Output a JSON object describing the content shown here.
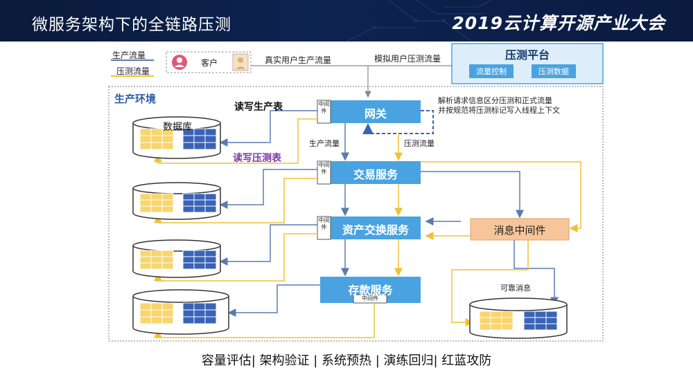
{
  "header": {
    "title": "微服务架构下的全链路压测",
    "event": "2019云计算开源产业大会"
  },
  "legend": {
    "production": "生产流量",
    "pressure": "压测流量"
  },
  "customer": {
    "label": "客户"
  },
  "flows": {
    "real_user": "真实用户生产流量",
    "simulated_user": "模拟用户压测流量",
    "rw_production_table": "读写生产表",
    "rw_pressure_table": "读写压测表",
    "production_traffic": "生产流量",
    "pressure_traffic": "压测流量",
    "gateway_note_1": "解析请求信息区分压测和正式流量",
    "gateway_note_2": "并按规范将压测标记写入线程上下文",
    "reliable_message": "可靠消息"
  },
  "platform": {
    "title": "压测平台",
    "traffic_control": "流量控制",
    "pressure_data": "压测数据"
  },
  "environment": {
    "label": "生产环境",
    "database_label": "数据库"
  },
  "services": {
    "gateway": "网关",
    "trade": "交易服务",
    "asset_exchange": "资产交换服务",
    "deposit": "存款服务",
    "message_middleware": "消息中间件",
    "middleware_tag": "中间件"
  },
  "footer": "容量评估| 架构验证 | 系统预热 | 演练回归| 红蓝攻防",
  "colors": {
    "production_line": "#5b7ab0",
    "pressure_line": "#f0c233",
    "service_box": "#4aa3e0",
    "message_box": "#f6c69a",
    "platform_bg": "#ddeefa",
    "db_yellow": "#f9d56e",
    "db_blue": "#3a63b8"
  }
}
